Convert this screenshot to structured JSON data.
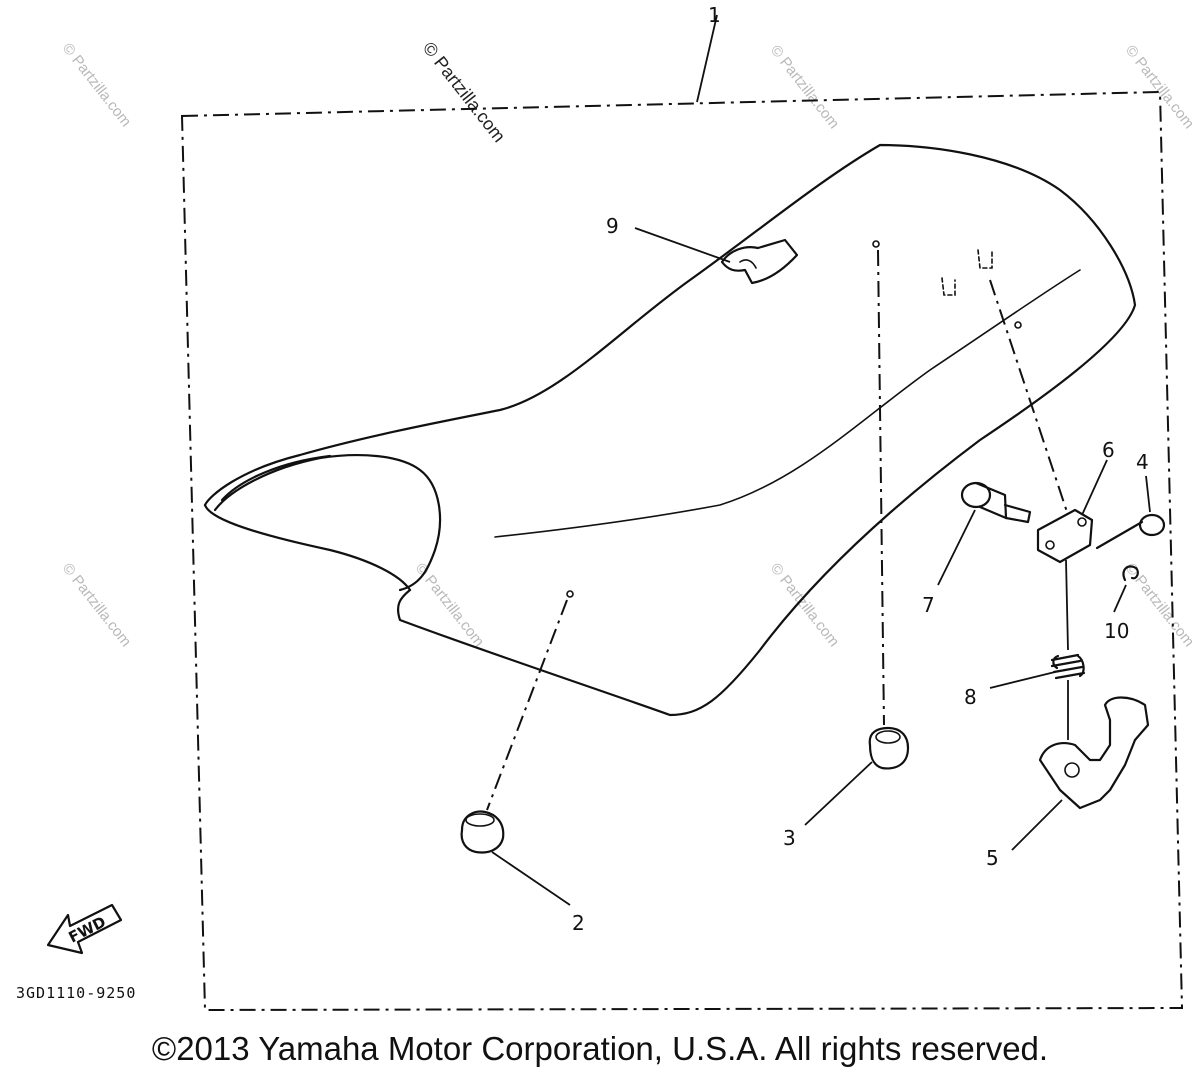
{
  "diagram": {
    "callouts": {
      "c1": "1",
      "c2": "2",
      "c3": "3",
      "c4": "4",
      "c5": "5",
      "c6": "6",
      "c7": "7",
      "c8": "8",
      "c9": "9",
      "c10": "10"
    },
    "fwd_label": "FWD",
    "drawing_code": "3GD1110-9250",
    "watermark_main": "© Partzilla.com",
    "watermark_faint": "© Partzilla.com"
  },
  "footer": {
    "copyright": "©2013 Yamaha Motor Corporation, U.S.A. All rights reserved."
  }
}
